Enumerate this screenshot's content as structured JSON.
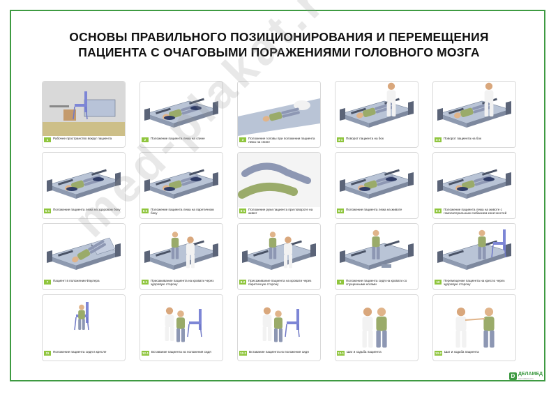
{
  "poster": {
    "title_line1": "ОСНОВЫ ПРАВИЛЬНОГО ПОЗИЦИОНИРОВАНИЯ И ПЕРЕМЕЩЕНИЯ",
    "title_line2": "ПАЦИЕНТА С ОЧАГОВЫМИ ПОРАЖЕНИЯМИ ГОЛОВНОГО МОЗГА",
    "watermark": "med-plakat.ru",
    "logo_name": "ДЕЛАМЕД",
    "logo_sub": "www.delamed.ru"
  },
  "colors": {
    "frame": "#3e9a42",
    "badge": "#8fc53d"
  },
  "cards": [
    {
      "num": "1",
      "caption": "Рабочее пространство вокруг пациента",
      "scene": "room"
    },
    {
      "num": "2",
      "caption": "Положение пациента лежа на спине",
      "scene": "bed-back"
    },
    {
      "num": "3",
      "caption": "Положение головы при положении пациента лежа на спине",
      "scene": "head"
    },
    {
      "num": "4-1",
      "caption": "Поворот пациента на бок",
      "scene": "bed-helper"
    },
    {
      "num": "4-2",
      "caption": "Поворот пациента на бок",
      "scene": "bed-helper"
    },
    {
      "num": "5-1",
      "caption": "Положение пациента лежа на здоровом боку",
      "scene": "bed-side"
    },
    {
      "num": "5-2",
      "caption": "Положение пациента лежа на паретичном боку",
      "scene": "bed-side"
    },
    {
      "num": "6-1",
      "caption": "Положение руки пациента при повороте на живот",
      "scene": "arm"
    },
    {
      "num": "6-2",
      "caption": "Положение пациента лежа на животе",
      "scene": "bed-stomach"
    },
    {
      "num": "6-3",
      "caption": "Положение пациента лежа на животе с гомолатеральным сгибанием конечностей",
      "scene": "bed-stomach"
    },
    {
      "num": "7",
      "caption": "Пациент в положении Фаулера",
      "scene": "bed-fowler"
    },
    {
      "num": "8-1",
      "caption": "Присаживание пациента на кровати через здоровую сторону",
      "scene": "bed-sit-help"
    },
    {
      "num": "8-2",
      "caption": "Присаживание пациента на кровати через паретичную сторону",
      "scene": "bed-sit-help"
    },
    {
      "num": "9",
      "caption": "Положение пациента сидя на кровати со спущенными ногами",
      "scene": "bed-sit"
    },
    {
      "num": "10",
      "caption": "Перемещение пациента на кресло через здоровую сторону",
      "scene": "bed-chair"
    },
    {
      "num": "11",
      "caption": "Положение пациента сидя в кресле",
      "scene": "chair"
    },
    {
      "num": "12-1",
      "caption": "Вставание пациента из положения сидя",
      "scene": "stand-help"
    },
    {
      "num": "12-2",
      "caption": "Вставание пациента из положения сидя",
      "scene": "stand-help"
    },
    {
      "num": "13-1",
      "caption": "Шаг и ходьба пациента",
      "scene": "walk"
    },
    {
      "num": "13-2",
      "caption": "Шаг и ходьба пациента",
      "scene": "walk2"
    }
  ]
}
